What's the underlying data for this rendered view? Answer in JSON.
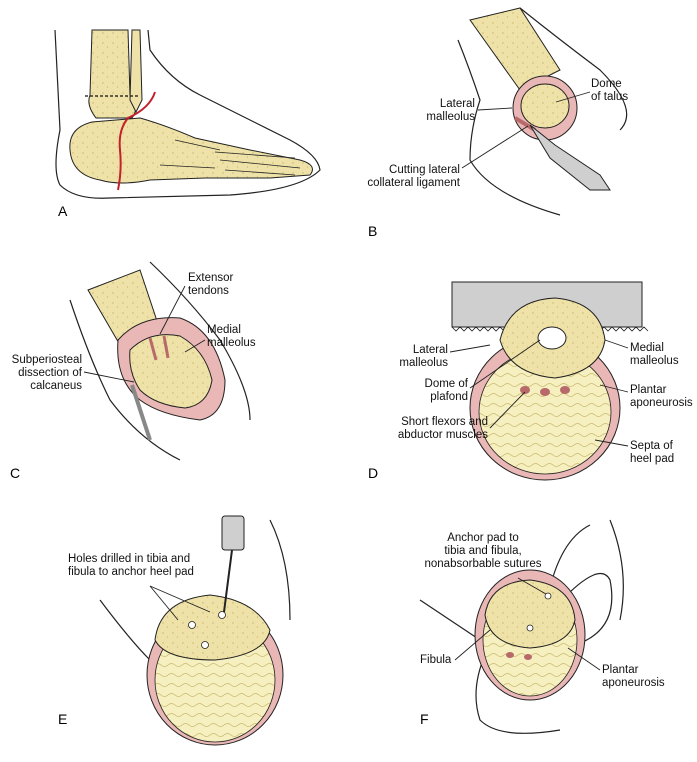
{
  "colors": {
    "bone": "#efe2a8",
    "bone_shadow": "#d8c77a",
    "fat": "#f6efbf",
    "skin_pink": "#e9b7b5",
    "red_incision": "#c4202a",
    "tendon": "#b86a6a",
    "steel": "#cfcfcf",
    "line": "#222222"
  },
  "panels": {
    "A": {
      "letter": "A"
    },
    "B": {
      "letter": "B",
      "labels": {
        "lateral_malleolus": [
          "Lateral",
          "malleolus"
        ],
        "dome_of_talus": [
          "Dome",
          "of talus"
        ],
        "cutting_ligament": [
          "Cutting lateral",
          "collateral ligament"
        ]
      }
    },
    "C": {
      "letter": "C",
      "labels": {
        "extensor_tendons": [
          "Extensor",
          "tendons"
        ],
        "medial_malleolus": [
          "Medial",
          "malleolus"
        ],
        "subperiosteal": [
          "Subperiosteal",
          "dissection of",
          "calcaneus"
        ]
      }
    },
    "D": {
      "letter": "D",
      "labels": {
        "lateral_malleolus": [
          "Lateral",
          "malleolus"
        ],
        "dome_of_plafond": [
          "Dome of",
          "plafond"
        ],
        "short_flexors": [
          "Short flexors and",
          "abductor muscles"
        ],
        "medial_malleolus": [
          "Medial",
          "malleolus"
        ],
        "plantar_aponeurosis": [
          "Plantar",
          "aponeurosis"
        ],
        "septa": [
          "Septa of",
          "heel pad"
        ]
      }
    },
    "E": {
      "letter": "E",
      "labels": {
        "holes": [
          "Holes drilled in tibia and",
          "fibula to anchor heel pad"
        ]
      }
    },
    "F": {
      "letter": "F",
      "labels": {
        "anchor": [
          "Anchor pad to",
          "tibia and fibula,",
          "nonabsorbable sutures"
        ],
        "fibula": [
          "Fibula"
        ],
        "plantar": [
          "Plantar",
          "aponeurosis"
        ]
      }
    }
  }
}
